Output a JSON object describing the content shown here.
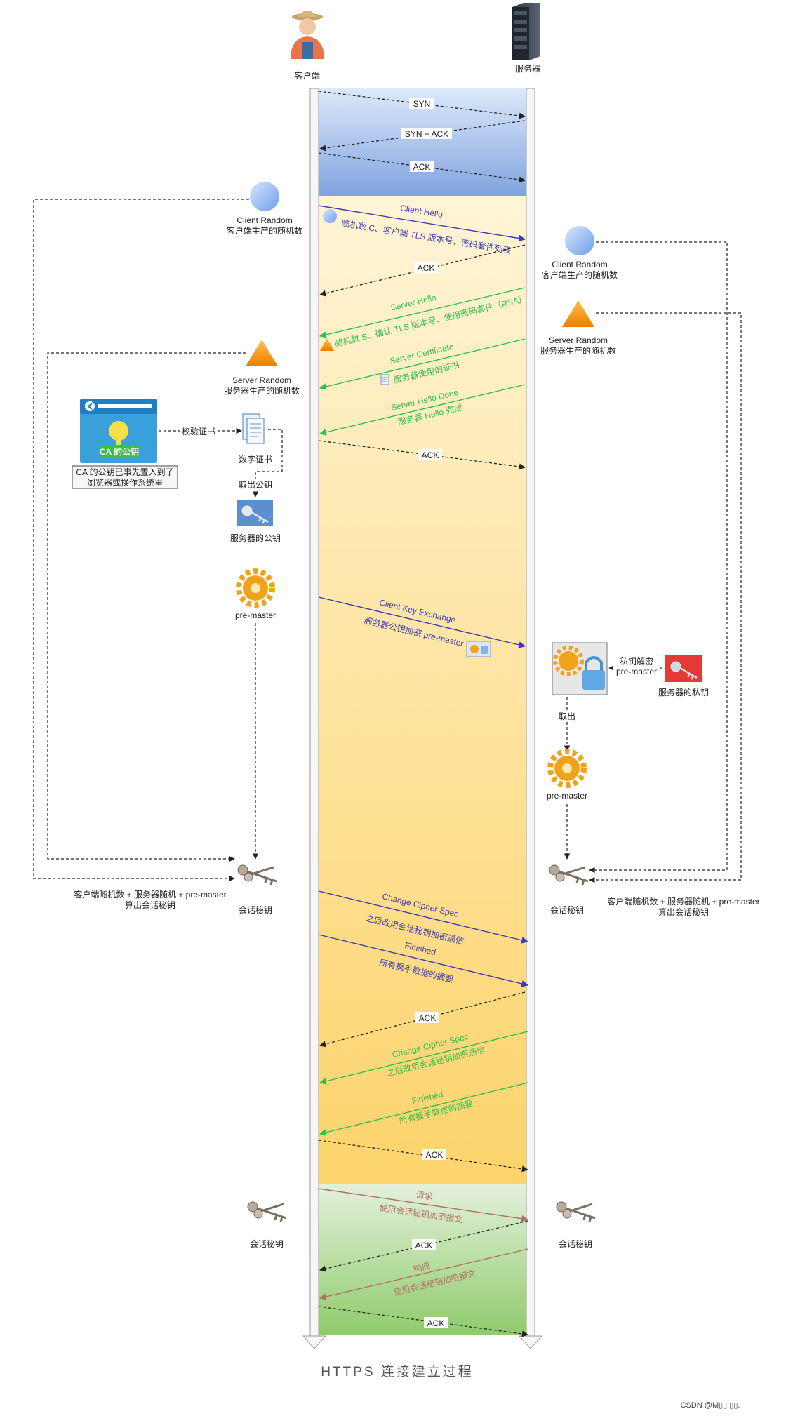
{
  "actors": {
    "client": "客户端",
    "server": "服务器"
  },
  "handshake": {
    "syn": "SYN",
    "syn_ack": "SYN + ACK",
    "ack": "ACK"
  },
  "tls": {
    "client_hello": "Client Hello",
    "client_hello_desc": "随机数 C、客户端 TLS 版本号、密码套件列表",
    "ack": "ACK",
    "server_hello": "Server Hello",
    "server_hello_desc": "随机数 S、确认 TLS 版本号、使用密码套件（RSA）",
    "server_certificate": "Server Certificate",
    "server_certificate_desc": "服务器使用的证书",
    "server_hello_done": "Server Hello Done",
    "server_hello_done_desc": "服务器 Hello 完成",
    "client_key_exchange": "Client Key Exchange",
    "client_key_exchange_desc": "服务器公钥加密 pre-master",
    "change_cipher_spec": "Change Cipher Spec",
    "change_cipher_spec_desc": "之后改用会话秘钥加密通信",
    "finished": "Finished",
    "finished_desc": "所有握手数据的摘要"
  },
  "data_phase": {
    "request": "请求",
    "request_desc": "使用会话秘钥加密报文",
    "response": "响应",
    "response_desc": "使用会话秘钥加密报文",
    "ack": "ACK"
  },
  "client_side": {
    "client_random_title": "Client Random",
    "client_random_desc": "客户端生产的随机数",
    "server_random_title": "Server Random",
    "server_random_desc": "服务器生产的随机数",
    "ca_key": "CA 的公钥",
    "ca_note_1": "CA 的公钥已事先置入到了",
    "ca_note_2": "浏览器或操作系统里",
    "verify_cert": "校验证书",
    "digital_cert": "数字证书",
    "take_pubkey": "取出公钥",
    "server_pubkey": "服务器的公钥",
    "pre_master": "pre-master",
    "session_key": "会话秘钥",
    "calc_1": "客户端随机数 + 服务器随机 +  pre-master",
    "calc_2": "算出会话秘钥",
    "data_session_key": "会话秘钥"
  },
  "server_side": {
    "client_random_title": "Client Random",
    "client_random_desc": "客户端生产的随机数",
    "server_random_title": "Server Random",
    "server_random_desc": "服务器生产的随机数",
    "decrypt_1": "私钥解密",
    "decrypt_2": "pre-master",
    "server_privkey": "服务器的私钥",
    "take_out": "取出",
    "pre_master": "pre-master",
    "session_key": "会话秘钥",
    "calc_1": "客户端随机数 + 服务器随机 +  pre-master",
    "calc_2": "算出会话秘钥",
    "data_session_key": "会话秘钥"
  },
  "caption": "HTTPS  连接建立过程",
  "watermark": "CSDN @M▯▯ ▯▯.",
  "colors": {
    "tcp_band_top": "#dce8fb",
    "tcp_band_bottom": "#7fa3de",
    "tls_band_top": "#fff3d0",
    "tls_band_bottom": "#fdd268",
    "data_band_top": "#e2f0d9",
    "data_band_bottom": "#8fcb6b",
    "client_arrow": "#3b3bb3",
    "server_arrow": "#2fbf4f",
    "data_arrow": "#b07060",
    "ack_arrow": "#222222"
  }
}
